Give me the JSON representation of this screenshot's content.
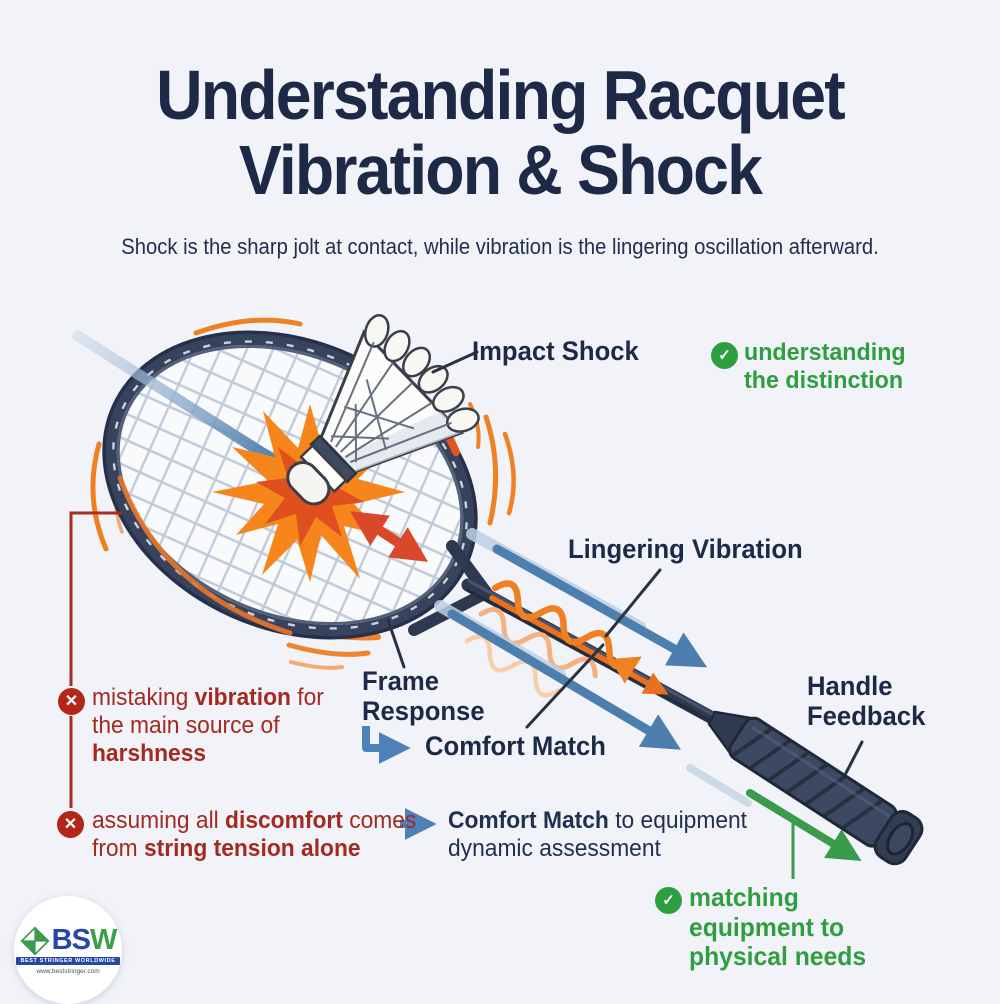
{
  "title": {
    "line1": "Understanding Racquet",
    "line2": "Vibration & Shock"
  },
  "subtitle": "Shock is the sharp jolt at contact, while vibration is the lingering oscillation afterward.",
  "labels": {
    "impact_shock": "Impact Shock",
    "lingering_vibration": "Lingering Vibration",
    "frame_response": "Frame Response",
    "comfort_match": "Comfort Match",
    "handle_feedback": "Handle Feedback"
  },
  "benefits": [
    {
      "icon": "check-circle-icon",
      "text": "understanding the distinction"
    },
    {
      "icon": "check-circle-icon",
      "text": "matching equipment to physical needs"
    }
  ],
  "warnings": [
    {
      "icon": "x-circle-icon",
      "parts": {
        "p1": "mistaking ",
        "b1": "vibration",
        "p2": " for the main source of ",
        "b2": "harshness"
      }
    },
    {
      "icon": "x-circle-icon",
      "parts": {
        "p1": "assuming all ",
        "b1": "discomfort",
        "p2": " comes from ",
        "b2": "string tension alone"
      }
    }
  ],
  "note": {
    "bold": "Comfort Match",
    "rest": " to equipment dynamic assessment"
  },
  "logo": {
    "name_bs": "BS",
    "name_w": "W",
    "tagline": "BEST STRINGER WORLDWIDE",
    "url": "www.beststringer.com"
  },
  "icons": {
    "check": "✓",
    "cross": "✕"
  },
  "colors": {
    "background": "#f1f3f8",
    "navy_text": "#1d2946",
    "red_text": "#a32a20",
    "red_icon": "#b3261a",
    "green": "#2f9e41",
    "blue_arrow": "#4d7fae",
    "orange": "#f08122",
    "orange_deep": "#e2571f",
    "red_arrow": "#d9482b",
    "frame": "#2e3950"
  }
}
